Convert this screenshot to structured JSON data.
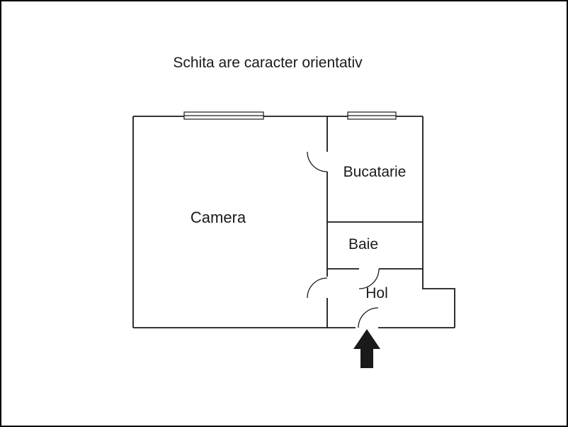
{
  "title": "Schita are caracter orientativ",
  "rooms": {
    "camera": {
      "label": "Camera"
    },
    "bucatarie": {
      "label": "Bucatarie"
    },
    "baie": {
      "label": "Baie"
    },
    "hol": {
      "label": "Hol"
    }
  },
  "entrance": {
    "icon": "entrance-arrow-up"
  },
  "colors": {
    "walls": "#1a1a1a",
    "background": "#ffffff",
    "arrow": "#1a1a1a",
    "text": "#1a1a1a"
  }
}
